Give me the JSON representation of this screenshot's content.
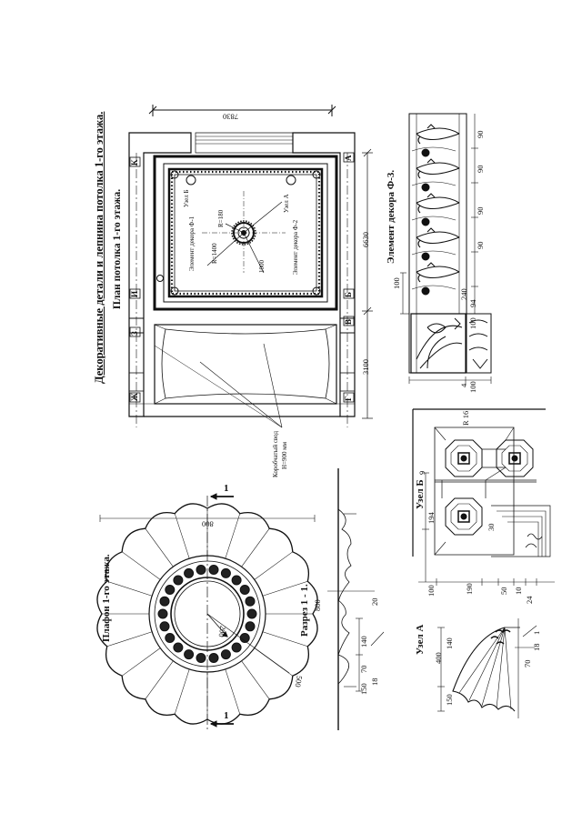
{
  "sheet": {
    "title": "Декоративные детали и лепнина потолка 1-го этажа.",
    "plan_title": "План потолка 1-го этажа.",
    "plafond_title": "Плафон 1-го этажа.",
    "section_title": "Разрез 1 - 1.",
    "uzel_a": "Узел А",
    "uzel_b": "Узел Б",
    "decor_title": "Элемент декора Ф-3.",
    "cut_label": "1",
    "plan": {
      "axes": [
        "К",
        "И",
        "З",
        "Ж",
        "А",
        "Б",
        "В",
        "Г"
      ],
      "dims": [
        "7830",
        "6630",
        "3100"
      ],
      "notes": [
        "Узел Б",
        "Узел А",
        "Элемент декора Ф-1",
        "Элемент декора Ф-2",
        "R=1400",
        "R=180",
        "1000"
      ],
      "leader": "Коробчатый свод",
      "leader_sub": "H=900 мм"
    },
    "plafond_dims": [
      "800",
      "500",
      "200"
    ],
    "section_dims": [
      "800",
      "140",
      "20",
      "70",
      "150",
      "18"
    ],
    "uzel_a_dims": [
      "400",
      "140",
      "150",
      "70",
      "18",
      "1"
    ],
    "uzel_b_dims": [
      "R 16",
      "194",
      "30",
      "190",
      "50",
      "10",
      "24",
      "100",
      "9"
    ],
    "decor_dims": [
      "90",
      "90",
      "90",
      "90",
      "240",
      "100",
      "94",
      "100",
      "4",
      "100"
    ]
  }
}
